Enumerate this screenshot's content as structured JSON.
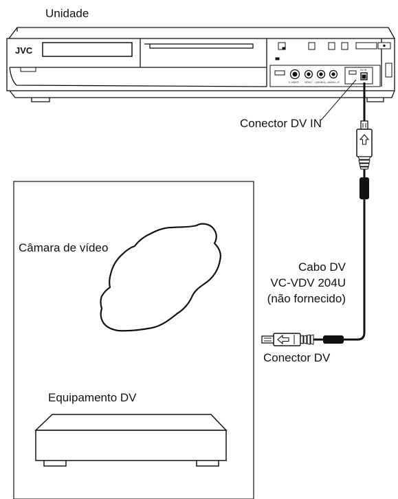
{
  "labels": {
    "unit": "Unidade",
    "brand": "JVC",
    "dv_in_connector": "Conector DV IN",
    "camcorder": "Câmara de vídeo",
    "cable_line1": "Cabo DV",
    "cable_line2": "VC-VDV 204U",
    "cable_line3": "(não fornecido)",
    "dv_connector": "Conector DV",
    "dv_equipment": "Equipamento DV"
  },
  "panel_labels": {
    "svideo": "S-VIDEO",
    "video": "VIDEO",
    "audio": "L(MONO)—AUDIO—R",
    "dv_in": "DV IN"
  },
  "icons": [
    "arrow-up-icon",
    "arrow-left-icon"
  ]
}
